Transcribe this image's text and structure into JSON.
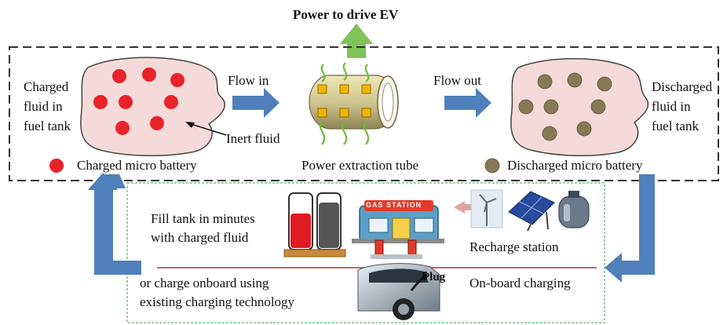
{
  "title": "Power to drive EV",
  "top_panel": {
    "left_tank_label": [
      "Charged",
      "fluid in",
      "fuel tank"
    ],
    "flow_in": "Flow in",
    "inert_fluid": "Inert fluid",
    "flow_out": "Flow out",
    "right_tank_label": [
      "Discharged",
      "fluid in",
      "fuel tank"
    ],
    "legend_charged": "Charged micro battery",
    "tube_caption": "Power extraction tube",
    "legend_discharged": "Discharged micro battery"
  },
  "bottom_panel": {
    "fill_tank": [
      "Fill tank in minutes",
      "with charged fluid"
    ],
    "recharge_station": "Recharge station",
    "station_sign": "GAS STATION",
    "plug": "Plug",
    "onboard_charging": "On-board charging",
    "charge_onboard": [
      "or charge onboard using",
      "existing charging technology"
    ]
  },
  "colors": {
    "charged": "#e8232a",
    "discharged": "#857a55",
    "tank_fill": "#f5dada",
    "arrow_blue": "#4f80bc",
    "arrow_green": "#7fc35a",
    "arrow_pink": "#e3a2a2",
    "wave_green": "#6dbb3c",
    "divider_red": "#c0504d",
    "dashed_green": "#77c08a"
  }
}
